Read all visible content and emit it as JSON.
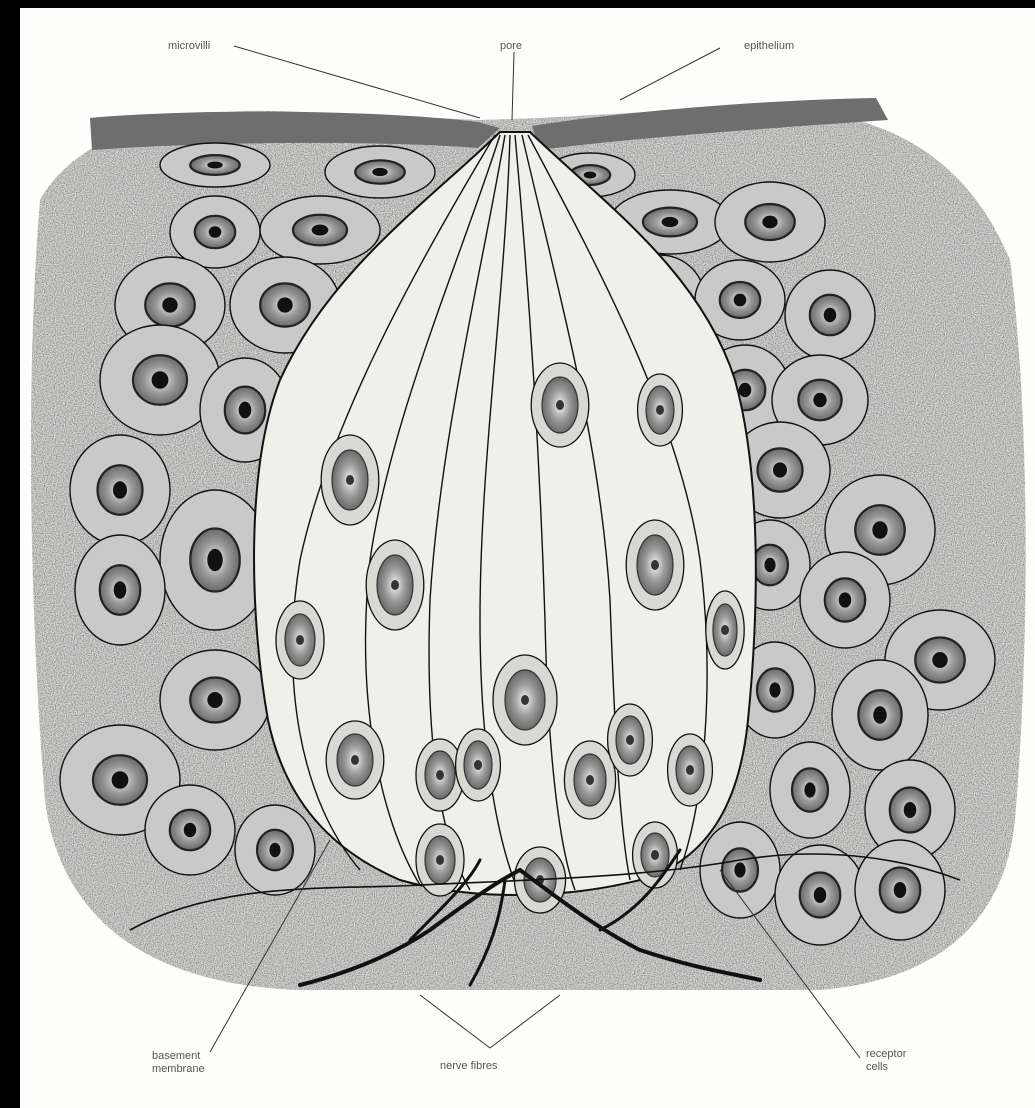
{
  "labels": {
    "microvilli": "microvilli",
    "pore": "pore",
    "epithelium": "epithelium",
    "basement_membrane": "basement\nmembrane",
    "nerve_fibres": "nerve fibres",
    "receptor_cells": "receptor\ncells"
  },
  "colors": {
    "background": "#000000",
    "paper": "#fdfdfb",
    "ink": "#111111",
    "cell_fill": "#cfcfcf",
    "bud_fill": "#efefec"
  }
}
